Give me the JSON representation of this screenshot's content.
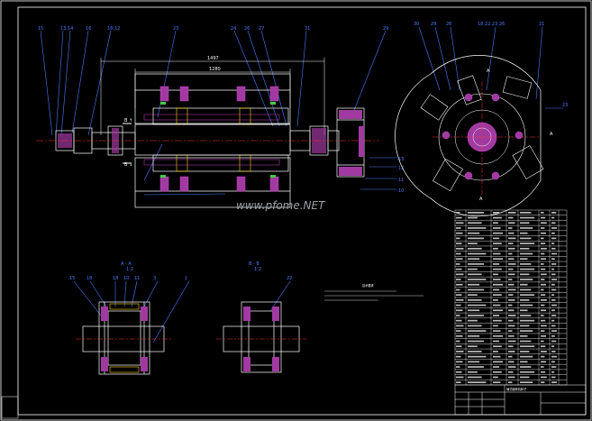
{
  "watermark": "www.pfome.NET",
  "dims": {
    "overall": "1497",
    "inner": "1280"
  },
  "section_labels": {
    "a": "A - A",
    "a_scale": "1:2",
    "b": "B - B",
    "b_scale": "1:2"
  },
  "notes_title": "技术要求",
  "title_block": {
    "drawing_name": "锤式破碎机转子"
  },
  "colors": {
    "background": "#000000",
    "outline": "#ffffff",
    "leader": "#4a7cff",
    "centerline": "#ff3030",
    "hatch": "#d040d0",
    "accent_green": "#40d040",
    "accent_yellow": "#ffd200"
  }
}
